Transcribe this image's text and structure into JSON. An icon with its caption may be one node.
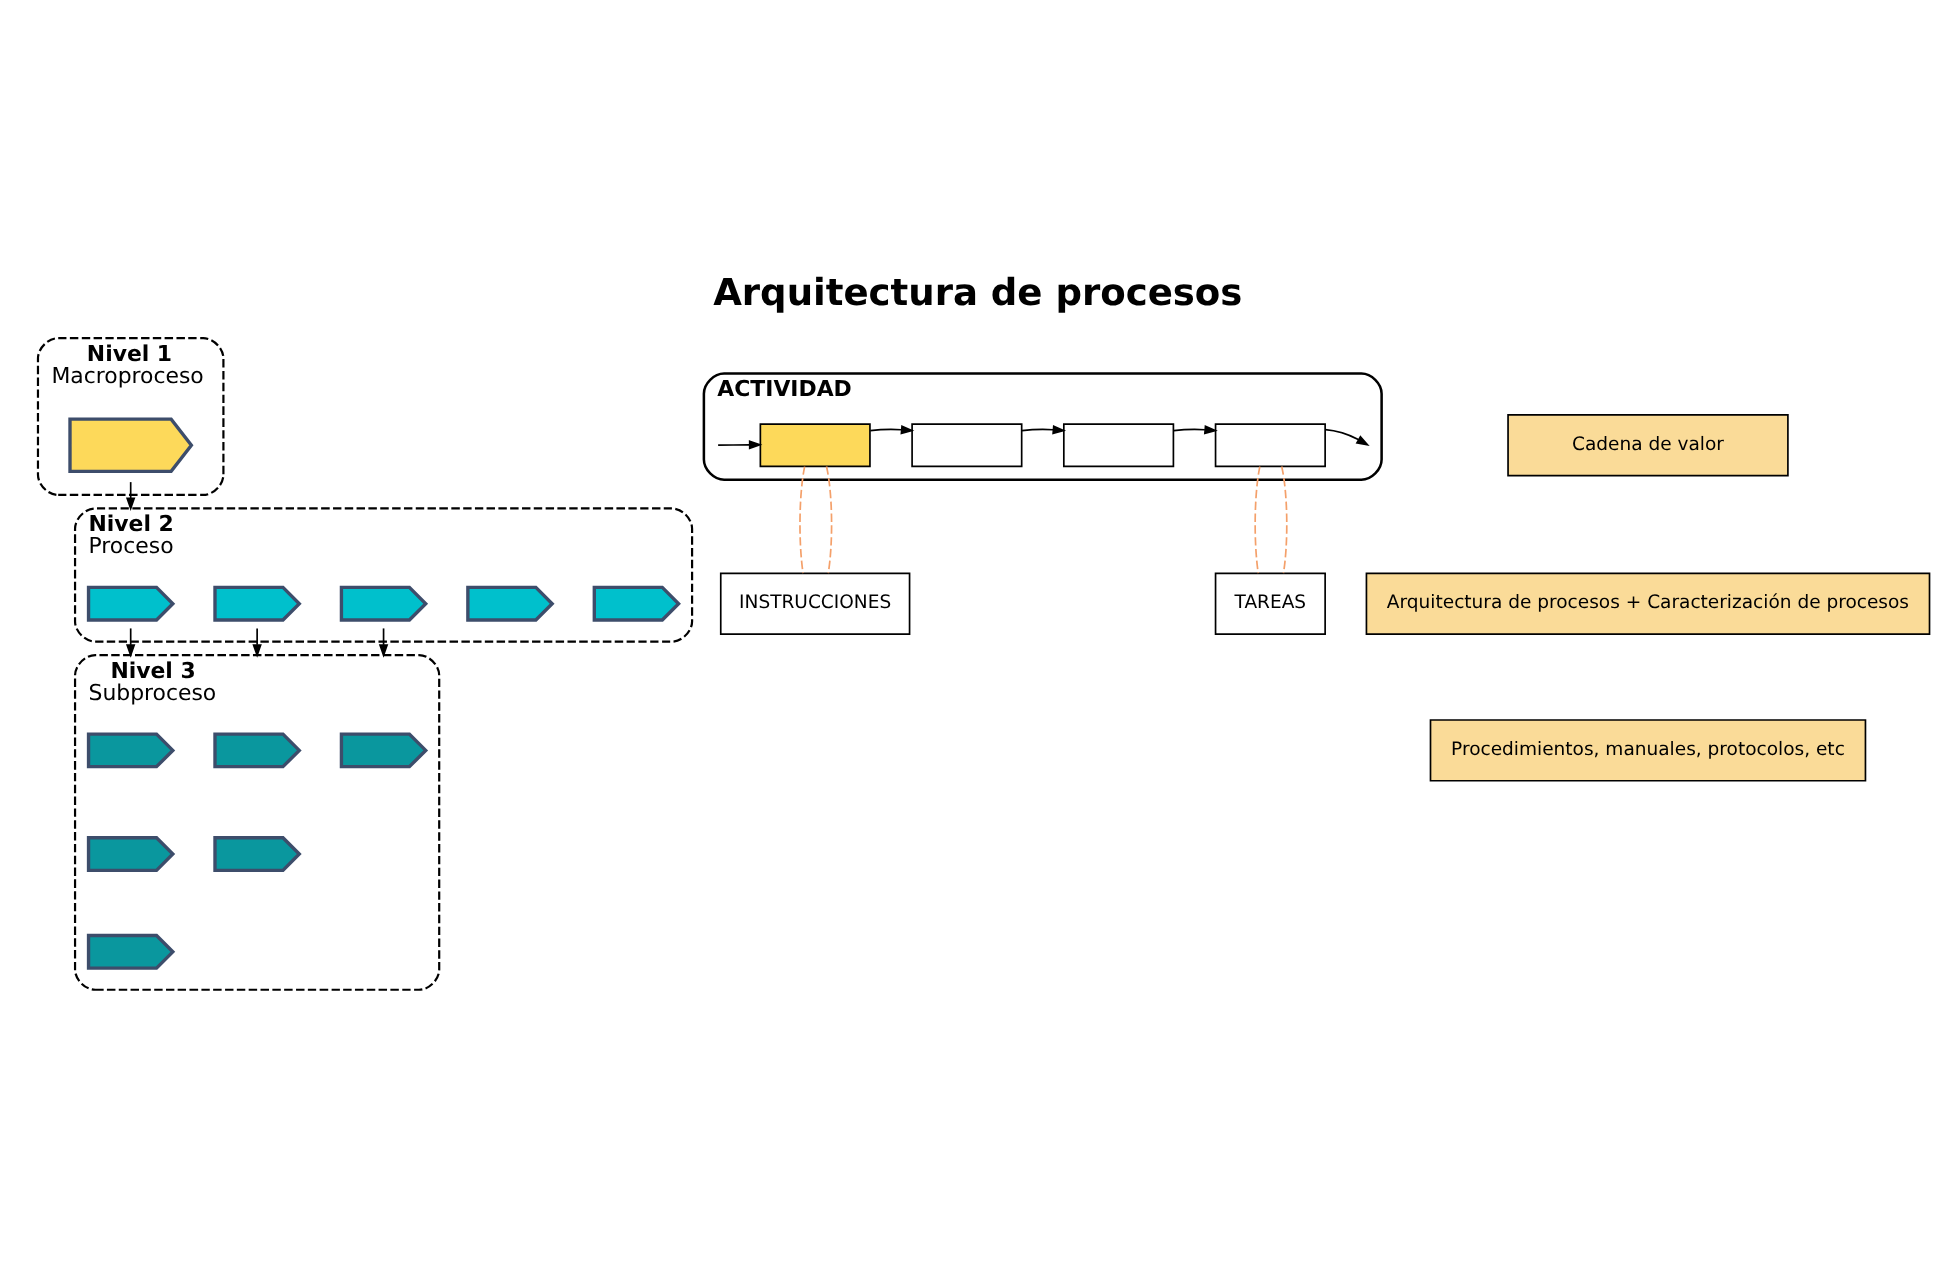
{
  "diagram": {
    "title": "Arquitectura de procesos",
    "nodes": [
      {
        "text": [
          "Nivel 1",
          "Macroproceso"
        ]
      },
      {
        "text": [],
        "shape": "chevron",
        "in": 0
      },
      {
        "text": [
          "Nivel 2",
          "Proceso"
        ]
      },
      {
        "text": [],
        "shape": "chevron",
        "in": 2
      },
      {
        "text": [],
        "shape": "chevron",
        "in": 2
      },
      {
        "text": [],
        "shape": "chevron",
        "in": 2
      },
      {
        "text": [],
        "shape": "chevron",
        "in": 2
      },
      {
        "text": [],
        "shape": "chevron",
        "in": 2
      },
      {
        "text": [
          "Nivel 3",
          "Subproceso"
        ]
      },
      {
        "text": [],
        "shape": "chevron",
        "in": 8
      },
      {
        "text": [],
        "shape": "chevron",
        "in": 8
      },
      {
        "text": [],
        "shape": "chevron",
        "in": 8
      },
      {
        "text": [],
        "shape": "chevron",
        "in": 8
      },
      {
        "text": [],
        "shape": "chevron",
        "in": 8
      },
      {
        "text": [],
        "shape": "chevron",
        "in": 8
      },
      {
        "text": [
          "ACTIVIDAD"
        ]
      },
      {
        "text": [],
        "shape": "box",
        "in": 15
      },
      {
        "text": [],
        "shape": "box",
        "in": 15
      },
      {
        "text": [],
        "shape": "box",
        "in": 15
      },
      {
        "text": [],
        "shape": "box",
        "in": 15
      },
      {
        "text": [
          "INSTRUCCIONES"
        ]
      },
      {
        "text": [
          "TAREAS"
        ]
      },
      {
        "text": [
          "Cadena de valor"
        ]
      },
      {
        "text": [
          "Arquitectura de procesos + Caracterización de procesos"
        ]
      },
      {
        "text": [
          "Procedimientos, manuales, protocolos, etc"
        ]
      }
    ],
    "edges": [
      {
        "from": 1,
        "to": 2,
        "arrow": "to"
      },
      {
        "from": 3,
        "to": 8,
        "arrow": "to"
      },
      {
        "from": 4,
        "to": 8,
        "arrow": "to"
      },
      {
        "from": 5,
        "to": 8,
        "arrow": "to"
      },
      {
        "from": null,
        "to": 16,
        "arrow": "to"
      },
      {
        "from": 16,
        "to": 17,
        "arrow": "to"
      },
      {
        "from": 17,
        "to": 18,
        "arrow": "to"
      },
      {
        "from": 18,
        "to": 19,
        "arrow": "to"
      },
      {
        "from": 19,
        "to": null,
        "arrow": "to"
      },
      {
        "from": 16,
        "to": 20,
        "arrow": "none",
        "style": "dashed",
        "color": "#f4a06a"
      },
      {
        "from": 16,
        "to": 20,
        "arrow": "none",
        "style": "dashed",
        "color": "#f4a06a"
      },
      {
        "from": 19,
        "to": 21,
        "arrow": "none",
        "style": "dashed",
        "color": "#f4a06a"
      },
      {
        "from": 19,
        "to": 21,
        "arrow": "none",
        "style": "dashed",
        "color": "#f4a06a"
      }
    ]
  }
}
